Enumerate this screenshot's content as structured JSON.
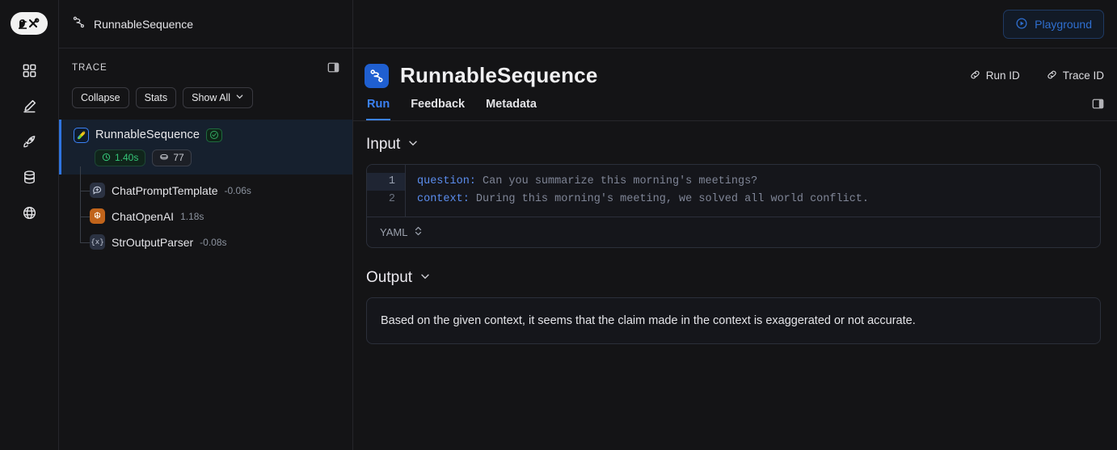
{
  "app": {
    "logo_icon": "langchain-parrot-hammer-logo",
    "breadcrumb": "RunnableSequence",
    "breadcrumb_icon": "sequence-icon"
  },
  "rail": {
    "items": [
      {
        "icon": "grid-dashboard-icon",
        "name": "projects"
      },
      {
        "icon": "pencil-edit-icon",
        "name": "annotate"
      },
      {
        "icon": "rocket-icon",
        "name": "deployments"
      },
      {
        "icon": "database-icon",
        "name": "datasets"
      },
      {
        "icon": "globe-icon",
        "name": "hub"
      }
    ]
  },
  "topbar": {
    "playground_label": "Playground",
    "playground_icon": "play-circle-icon"
  },
  "trace": {
    "label": "TRACE",
    "panel_toggle_icon": "panel-toggle-icon",
    "controls": [
      {
        "label": "Collapse",
        "name": "collapse-button",
        "caret": false
      },
      {
        "label": "Stats",
        "name": "stats-button",
        "caret": false
      },
      {
        "label": "Show All",
        "name": "show-all-button",
        "caret": true
      }
    ],
    "root": {
      "name": "RunnableSequence",
      "icon": "parrot-icon",
      "status_icon": "check-circle-icon",
      "duration": "1.40s",
      "duration_icon": "clock-icon",
      "tokens": "77",
      "tokens_icon": "token-coin-icon"
    },
    "children": [
      {
        "name": "ChatPromptTemplate",
        "duration": "-0.06s",
        "icon": "chat-prompt-icon"
      },
      {
        "name": "ChatOpenAI",
        "duration": "1.18s",
        "icon": "openai-icon"
      },
      {
        "name": "StrOutputParser",
        "duration": "-0.08s",
        "icon": "braces-x-icon"
      }
    ]
  },
  "run": {
    "title": "RunnableSequence",
    "title_icon": "sequence-icon",
    "links": [
      {
        "label": "Run ID",
        "icon": "link-icon"
      },
      {
        "label": "Trace ID",
        "icon": "link-icon"
      }
    ],
    "tabs": [
      {
        "label": "Run",
        "active": true
      },
      {
        "label": "Feedback",
        "active": false
      },
      {
        "label": "Metadata",
        "active": false
      }
    ],
    "tabs_toggle_icon": "panel-toggle-icon"
  },
  "input": {
    "title": "Input",
    "chevron_icon": "chevron-down-icon",
    "lines": [
      {
        "no": "1",
        "key": "question:",
        "value": " Can you summarize this morning's meetings?"
      },
      {
        "no": "2",
        "key": "context:",
        "value": " During this morning's meeting, we solved all world conflict."
      }
    ],
    "language": "YAML",
    "language_icon": "chevron-up-down-icon"
  },
  "output": {
    "title": "Output",
    "chevron_icon": "chevron-down-icon",
    "text": "Based on the given context, it seems that the claim made in the context is exaggerated or not accurate."
  },
  "colors": {
    "accent_blue": "#3b82f6",
    "success_green": "#35c578",
    "bg": "#141416",
    "panel_bg": "#15161b",
    "selected_row": "#16202e",
    "openai_orange": "#c1641b"
  }
}
